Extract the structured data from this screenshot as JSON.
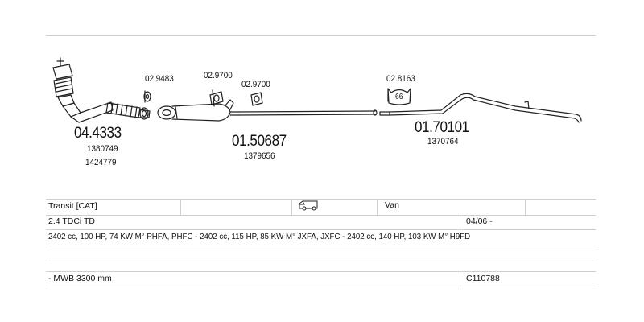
{
  "parts": [
    {
      "code": "04.4333",
      "refs": [
        "1380749",
        "1424779"
      ]
    },
    {
      "code": "01.50687",
      "refs": [
        "1379656"
      ]
    },
    {
      "code": "01.70101",
      "refs": [
        "1370764"
      ]
    }
  ],
  "small_parts": [
    "02.9483",
    "02.9700",
    "02.9700",
    "02.8163"
  ],
  "hanger_label": "66",
  "table": {
    "model": "Transit  [CAT]",
    "body": "Van",
    "engine": "2.4 TDCi TD",
    "date": "04/06 -",
    "specs": "2402 cc, 100 HP, 74 KW M° PHFA, PHFC - 2402 cc, 115 HP, 85 KW M° JXFA, JXFC - 2402 cc, 140 HP, 103 KW M° H9FD",
    "wheelbase": "- MWB 3300 mm",
    "ref": "C110788"
  }
}
